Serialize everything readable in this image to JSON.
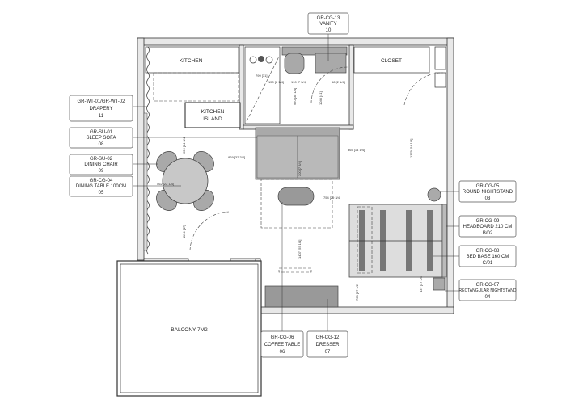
{
  "rooms": {
    "kitchen": "KITCHEN",
    "kitchen_island_1": "KITCHEN",
    "kitchen_island_2": "ISLAND",
    "closet": "CLOSET",
    "balcony": "BALCONY 7M2"
  },
  "tags": {
    "drapery": {
      "code": "GR-WT-01/GR-WT-02",
      "name": "DRAPERY",
      "num": "11"
    },
    "sleep_sofa": {
      "code": "GR-SU-01",
      "name": "SLEEP SOFA",
      "num": "08"
    },
    "dining_chair": {
      "code": "GR-SU-02",
      "name": "DINING CHAIR",
      "num": "09"
    },
    "dining_table": {
      "code": "GR-CG-04",
      "name": "DINING TABLE 100CM",
      "num": "05"
    },
    "vanity": {
      "code": "GR-CG-13",
      "name": "VANITY",
      "num": "10"
    },
    "round_nightstand": {
      "code": "GR-CG-05",
      "name": "ROUND NIGHTSTAND",
      "num": "03"
    },
    "headboard": {
      "code": "GR-CG-09",
      "name": "HEADBOARD 210 CM",
      "num": "B/02"
    },
    "bed_base": {
      "code": "GR-CG-08",
      "name": "BED BASE 160 CM",
      "num": "C/01"
    },
    "rect_nightstand": {
      "code": "GR-CG-07",
      "name": "RECTANGULAR NIGHTSTAND",
      "num": "04"
    },
    "coffee_table": {
      "code": "GR-CG-06",
      "name": "COFFEE TABLE",
      "num": "06"
    },
    "dresser": {
      "code": "GR-CG-12",
      "name": "DRESSER",
      "num": "07"
    }
  },
  "dimensions": {
    "d1": "799 [31]",
    "d2": "150 [6 1/4]",
    "d3": "190 [7 3/4]",
    "d4": "58 [2 1/4]",
    "d5": "970 [38 1/4]",
    "d6": "1040 [41]",
    "d7": "626 [24 3/4]",
    "d8": "829 [32 3/4]",
    "d9": "562 [22 1/4]",
    "d10": "1194 [47]",
    "d11": "365 [14 1/4]",
    "d12": "1379 [54 1/4]",
    "d13": "200 [7 3/4]",
    "d14": "754 [29 3/4]",
    "d15": "1407 [55 1/4]",
    "d16": "700 [27 1/2]",
    "d17": "437 [17 1/4]"
  }
}
